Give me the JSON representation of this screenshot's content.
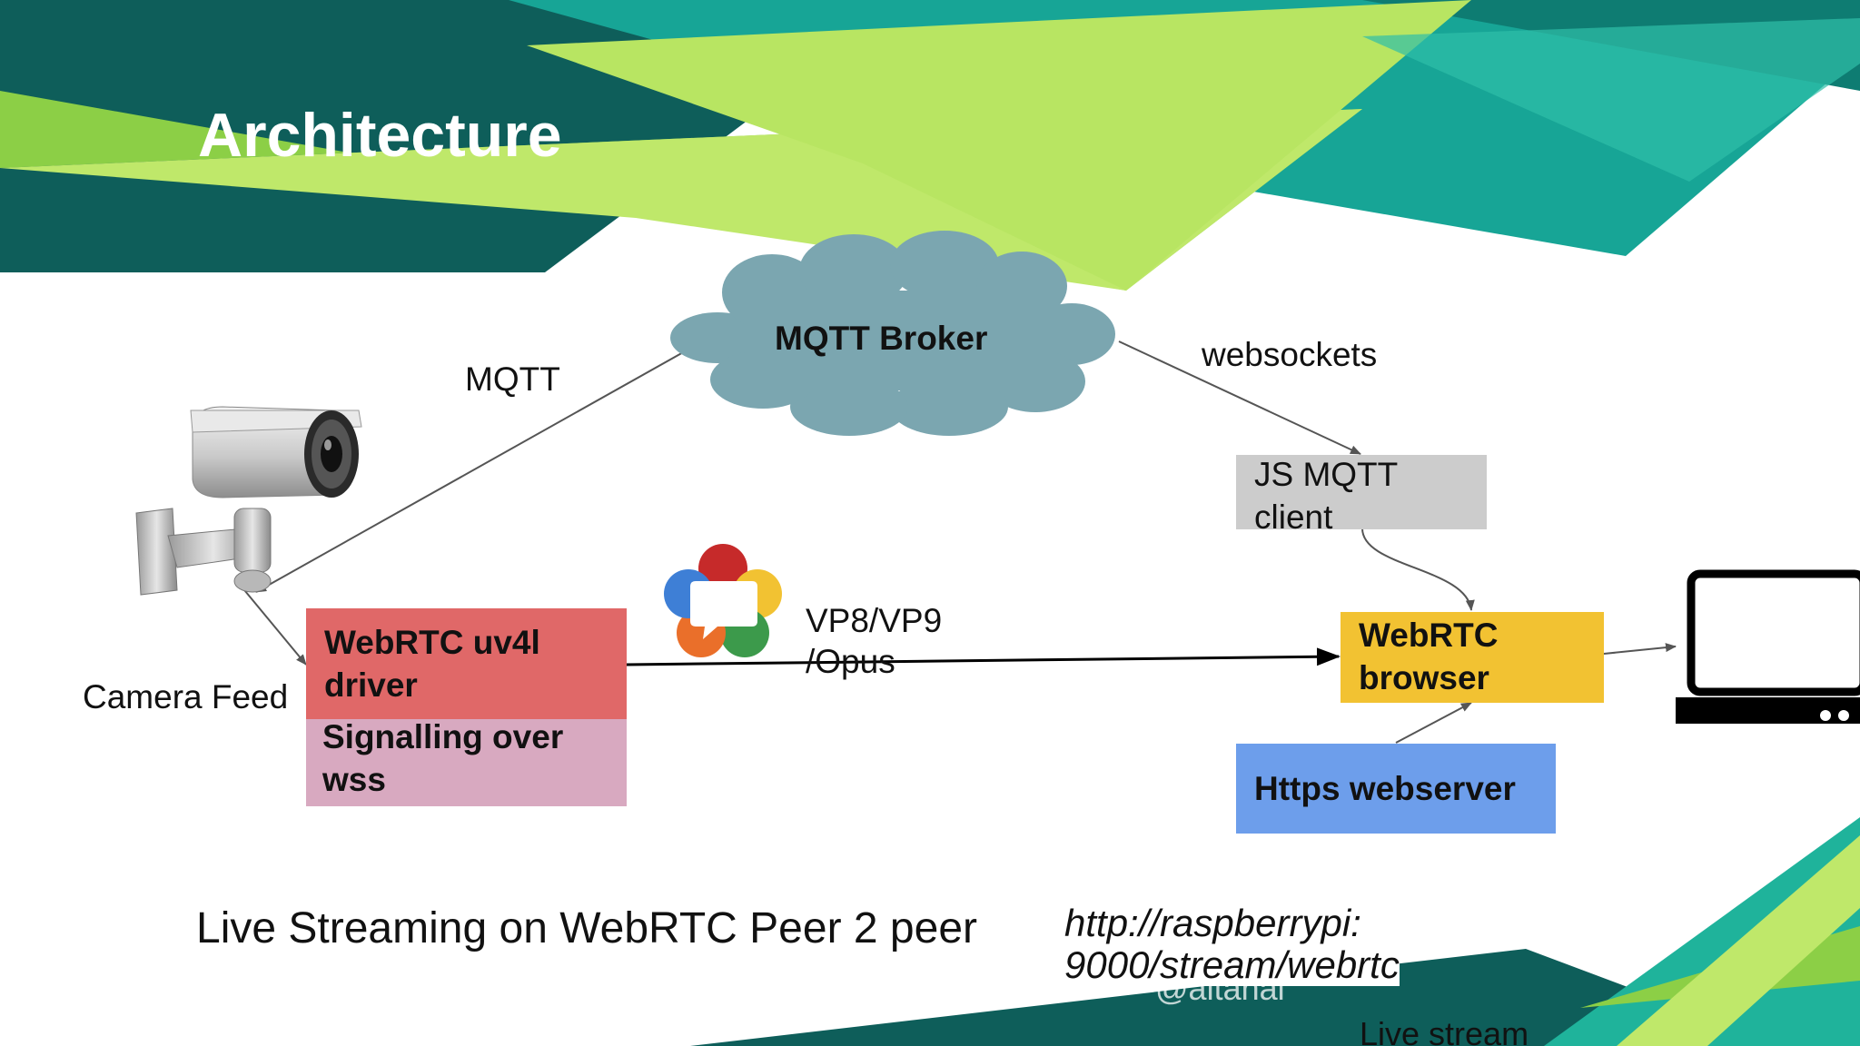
{
  "slide": {
    "title": "Architecture",
    "caption": "Live Streaming on WebRTC Peer 2 peer",
    "url": "http://raspberrypi:\n9000/stream/webrtc",
    "watermark": "@altanai",
    "footer_partial": "Live stream"
  },
  "diagram": {
    "nodes": {
      "broker": "MQTT Broker",
      "js_client": "JS MQTT\nclient",
      "uv4l_driver": "WebRTC uv4l\ndriver",
      "signalling": "Signalling over\nwss",
      "browser": "WebRTC\nbrowser",
      "webserver": "Https webserver"
    },
    "edge_labels": {
      "mqtt": "MQTT",
      "websockets": "websockets",
      "camera_feed": "Camera Feed",
      "codec_line1": "VP8/VP9",
      "codec_line2": "/Opus"
    },
    "icons": [
      "camera-icon",
      "webrtc-logo-icon",
      "laptop-icon"
    ]
  },
  "colors": {
    "cloud": "#7ba6b0",
    "uv4l_driver": "#e06868",
    "signalling": "#d8a9c0",
    "browser": "#f2c232",
    "webserver": "#6d9eeb",
    "js_client": "#cccccc",
    "teal_dark": "#0e5e5a",
    "teal": "#1fb39b",
    "green": "#8ccf46",
    "lime": "#bfe86a"
  }
}
